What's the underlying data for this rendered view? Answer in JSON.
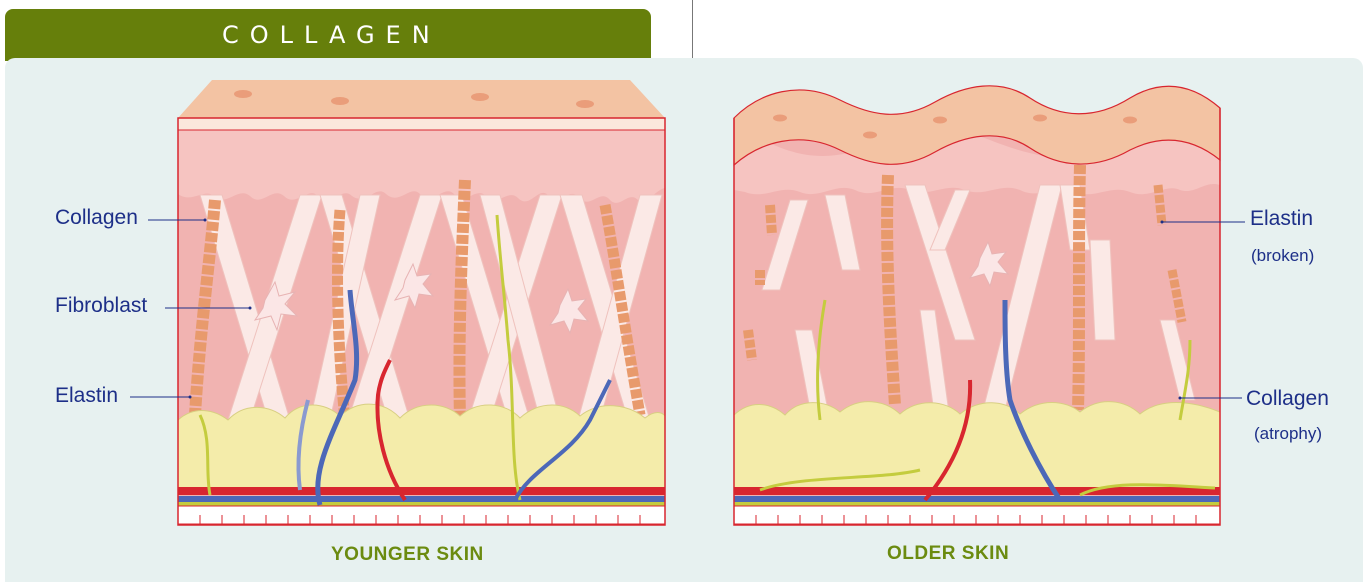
{
  "header": {
    "title": "COLLAGEN"
  },
  "left_labels": {
    "collagen": "Collagen",
    "fibroblast": "Fibroblast",
    "elastin": "Elastin"
  },
  "right_labels": {
    "elastin": "Elastin",
    "elastin_note": "(broken)",
    "collagen": "Collagen",
    "collagen_note": "(atrophy)"
  },
  "captions": {
    "younger": "YOUNGER SKIN",
    "older": "OLDER SKIN"
  },
  "colors": {
    "header_bg": "#667f0b",
    "panel_bg": "#e7f1f0",
    "label_text": "#1d2f88",
    "caption_text": "#6b8b10",
    "epidermis": "#f6cfb6",
    "dermis": "#f1b3b1",
    "fat": "#f4ecaa",
    "collagen_fiber": "#fbe9e6",
    "elastin": "#e89a6c",
    "artery": "#d8262f",
    "vein": "#4c68b8",
    "nerve": "#c4cc3e"
  }
}
